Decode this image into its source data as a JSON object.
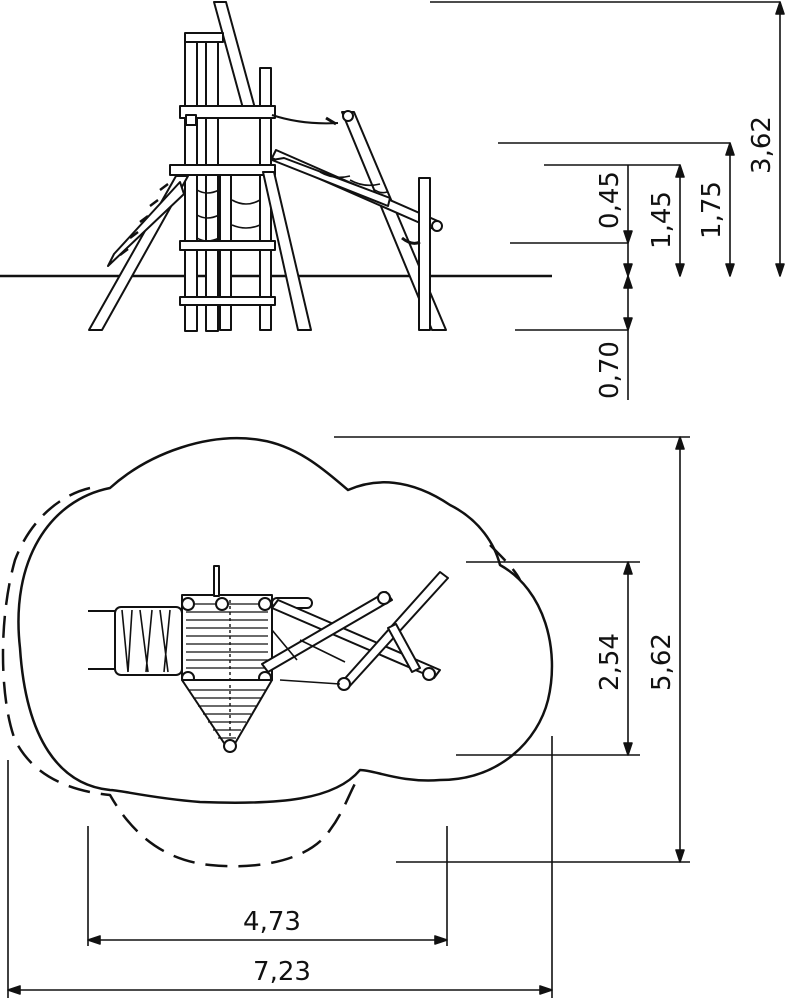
{
  "side_view": {
    "dimensions": {
      "platform_rail_height": "0,45",
      "platform_height": "1,45",
      "upper_beam_height": "1,75",
      "total_height": "3,62",
      "foundation_depth": "0,70"
    }
  },
  "plan_view": {
    "dimensions": {
      "equipment_depth": "2,54",
      "safety_area_depth": "5,62",
      "equipment_width": "4,73",
      "safety_area_width": "7,23"
    }
  },
  "colors": {
    "line": "#111111",
    "background": "#ffffff"
  }
}
